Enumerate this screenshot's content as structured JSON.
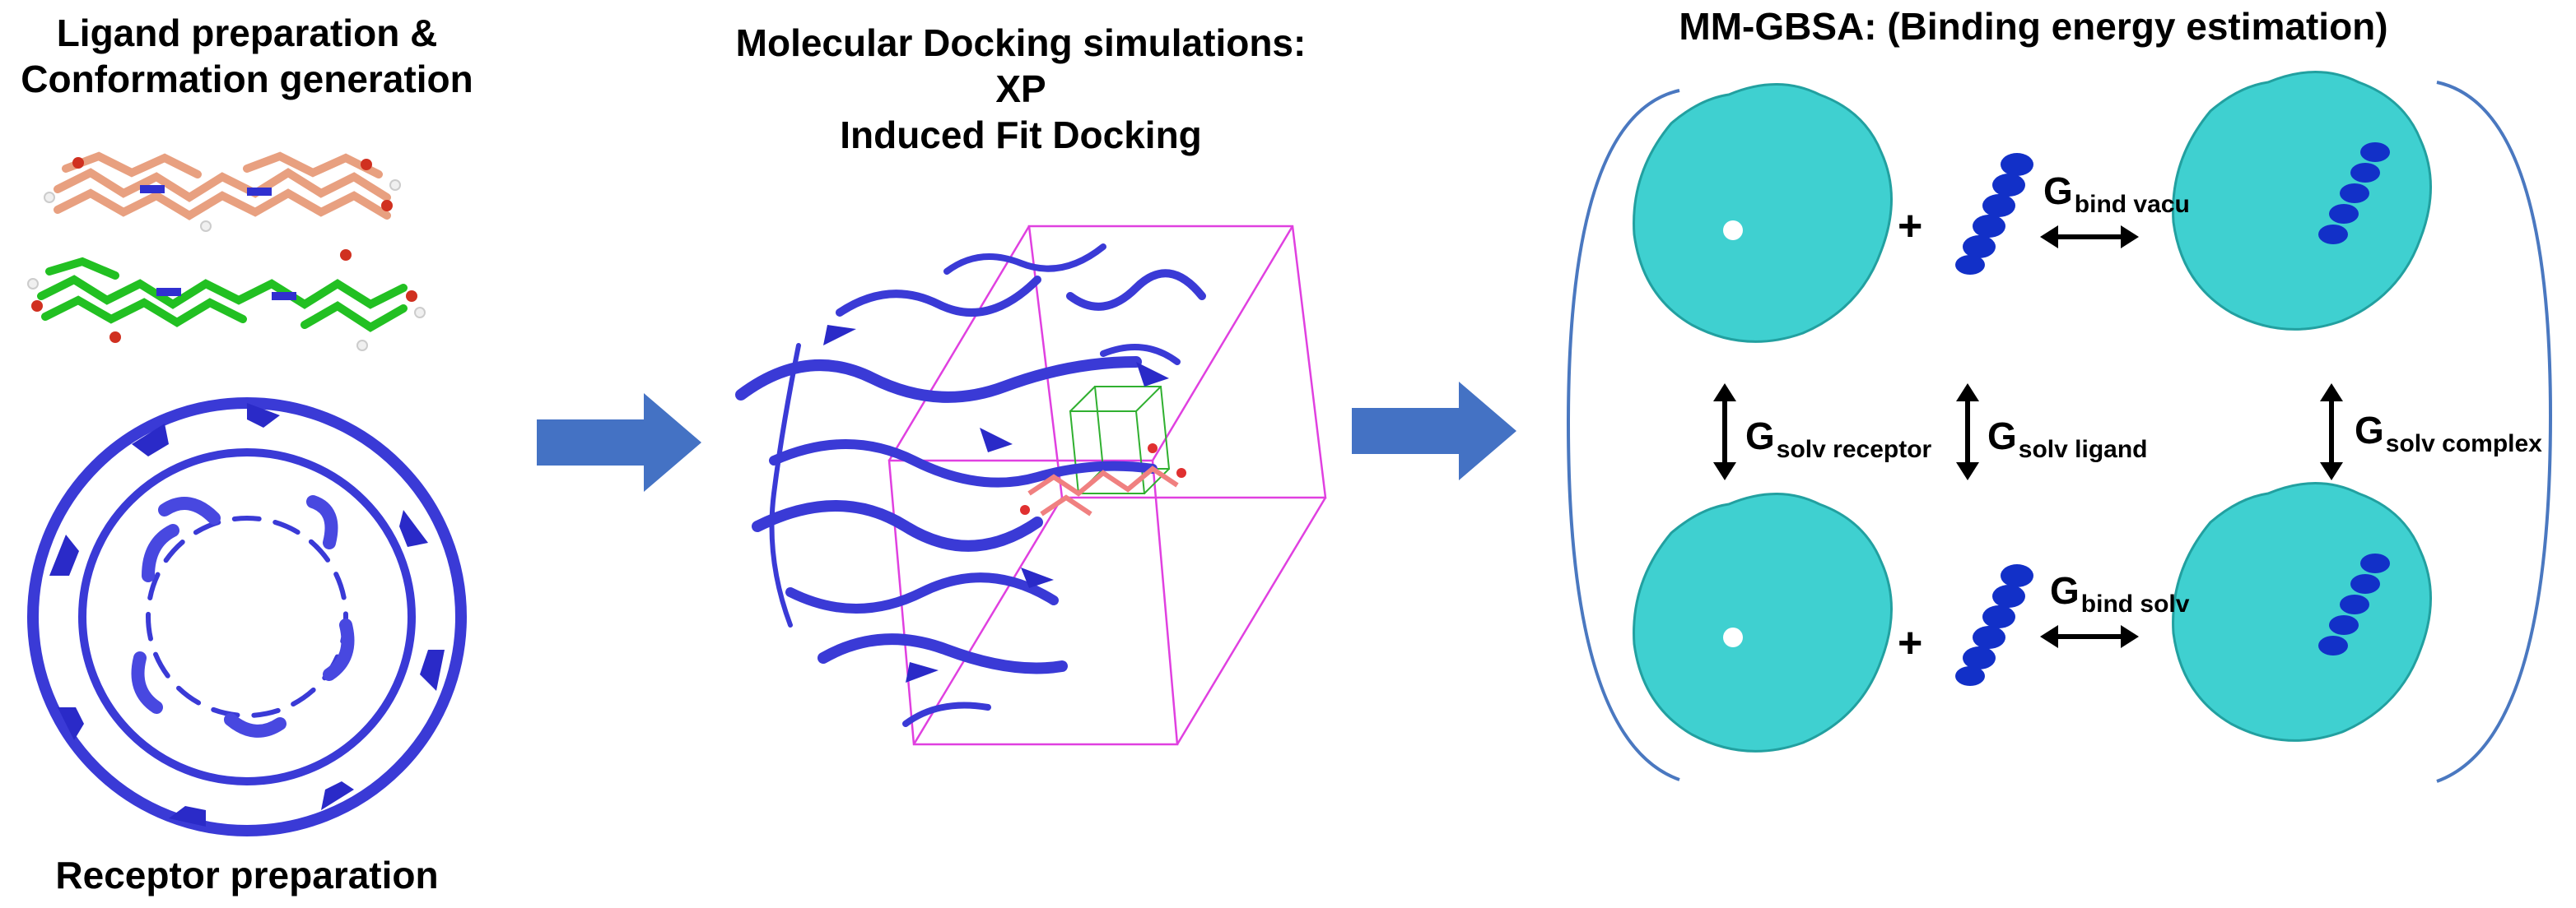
{
  "panel1": {
    "title_line1": "Ligand preparation &",
    "title_line2": "Conformation generation",
    "caption": "Receptor preparation"
  },
  "panel2": {
    "title_line1": "Molecular Docking simulations:",
    "title_line2": "XP",
    "title_line3": "Induced Fit Docking"
  },
  "panel3": {
    "title": "MM-GBSA: (Binding energy estimation)",
    "plus": "+",
    "g": "G",
    "bind_vacu_sub": "bind vacu",
    "bind_solv_sub": "bind solv",
    "solv_receptor_sub": "solv  receptor",
    "solv_ligand_sub": "solv  ligand",
    "solv_complex_sub": "solv  complex"
  },
  "colors": {
    "flow_arrow": "#4472c4",
    "protein_ribbon": "#3a3ad6",
    "surface": "#3fd0d0",
    "ligand_blue": "#1230c8",
    "box_magenta": "#e040e0",
    "bracket": "#4a78c0"
  }
}
